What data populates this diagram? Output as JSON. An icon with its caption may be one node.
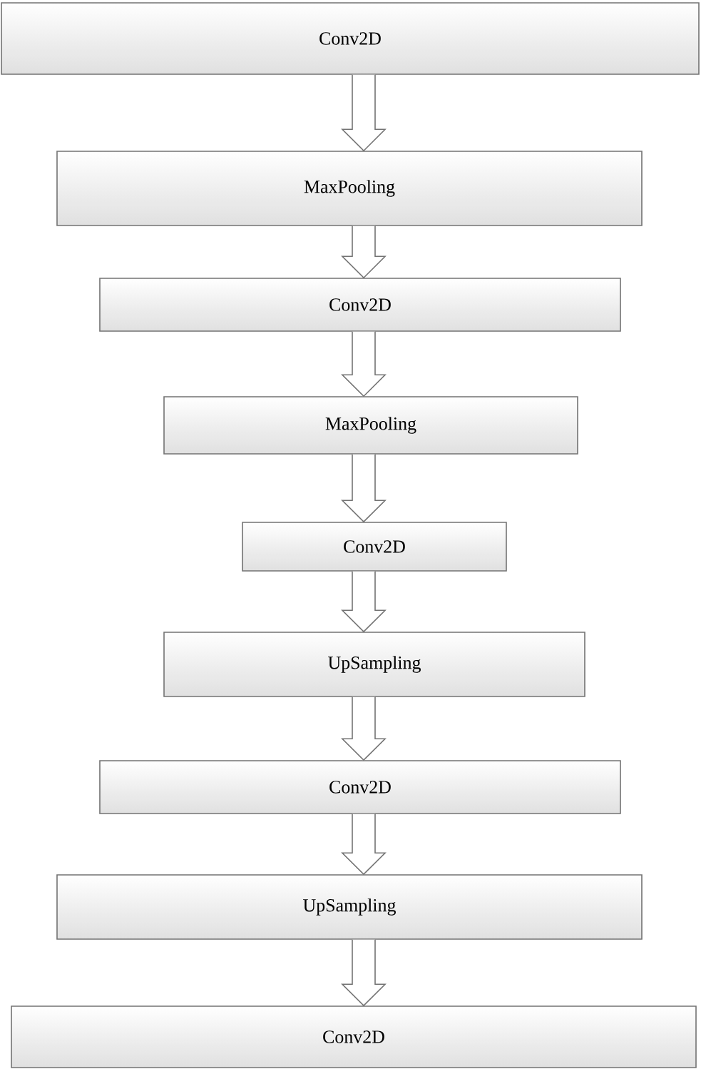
{
  "diagram": {
    "nodes": [
      {
        "text": [
          "Conv2D"
        ]
      },
      {
        "text": [
          "MaxPooling"
        ]
      },
      {
        "text": [
          "Conv2D"
        ]
      },
      {
        "text": [
          "MaxPooling"
        ]
      },
      {
        "text": [
          "Conv2D"
        ]
      },
      {
        "text": [
          "UpSampling"
        ]
      },
      {
        "text": [
          "Conv2D"
        ]
      },
      {
        "text": [
          "UpSampling"
        ]
      },
      {
        "text": [
          "Conv2D"
        ]
      }
    ],
    "edges": [
      {
        "from": 0,
        "to": 1,
        "arrow": "to"
      },
      {
        "from": 1,
        "to": 2,
        "arrow": "to"
      },
      {
        "from": 2,
        "to": 3,
        "arrow": "to"
      },
      {
        "from": 3,
        "to": 4,
        "arrow": "to"
      },
      {
        "from": 4,
        "to": 5,
        "arrow": "to"
      },
      {
        "from": 5,
        "to": 6,
        "arrow": "to"
      },
      {
        "from": 6,
        "to": 7,
        "arrow": "to"
      },
      {
        "from": 7,
        "to": 8,
        "arrow": "to"
      }
    ]
  }
}
